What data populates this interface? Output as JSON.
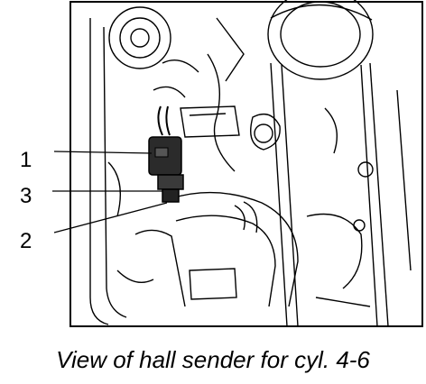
{
  "callouts": {
    "c1": "1",
    "c3": "3",
    "c2": "2"
  },
  "caption": "View of hall sender for cyl. 4-6",
  "colors": {
    "line": "#000000",
    "sensor": "#2b2b2b",
    "background": "#ffffff"
  }
}
